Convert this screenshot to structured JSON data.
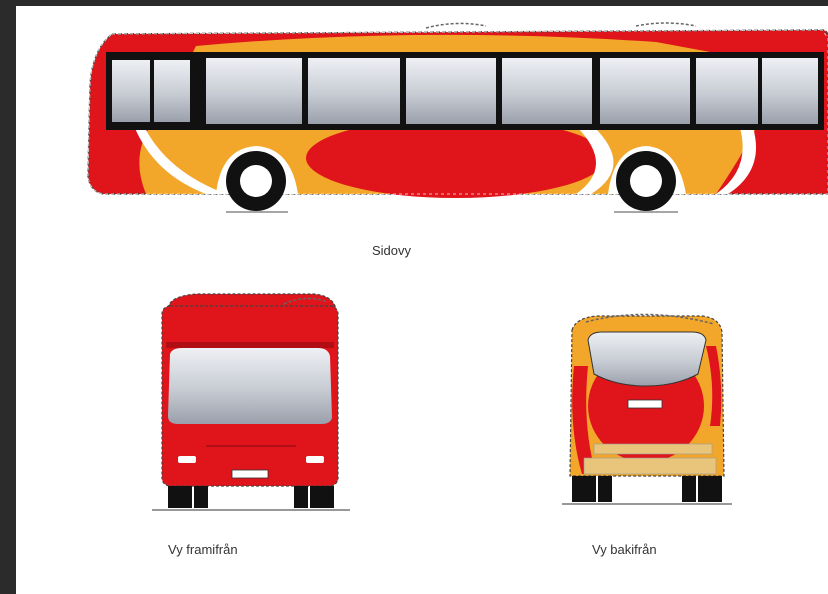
{
  "colors": {
    "red": "#e0141b",
    "orange": "#f2a72a",
    "window": "#c9cdd6",
    "black": "#111111",
    "white": "#ffffff"
  },
  "captions": {
    "side": "Sidovy",
    "front": "Vy framifrån",
    "rear": "Vy bakifrån"
  }
}
